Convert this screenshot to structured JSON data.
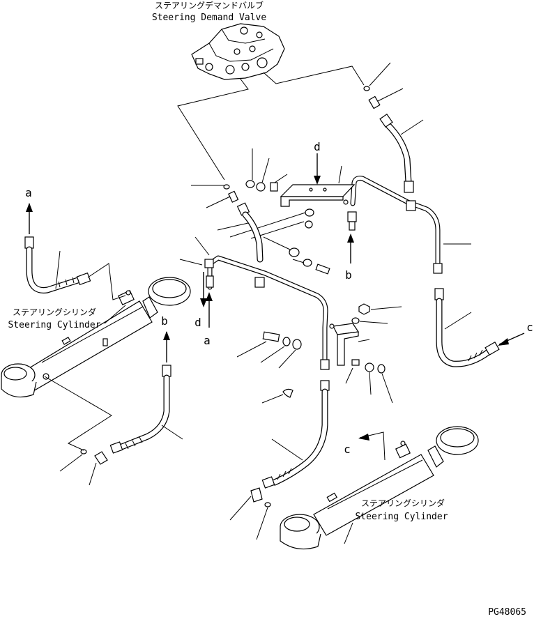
{
  "valve": {
    "label_jp": "ステアリングデマンドバルブ",
    "label_en": "Steering Demand Valve"
  },
  "cylinder_left": {
    "label_jp": "ステアリングシリンダ",
    "label_en": "Steering Cylinder"
  },
  "cylinder_right": {
    "label_jp": "ステアリングシリンダ",
    "label_en": "Steering Cylinder"
  },
  "connections": {
    "a_top": "a",
    "a_bottom": "a",
    "b_top": "b",
    "b_bottom": "b",
    "c_right": "c",
    "c_bottom": "c",
    "d_top": "d",
    "d_bottom": "d"
  },
  "drawing_number": "PG48065"
}
